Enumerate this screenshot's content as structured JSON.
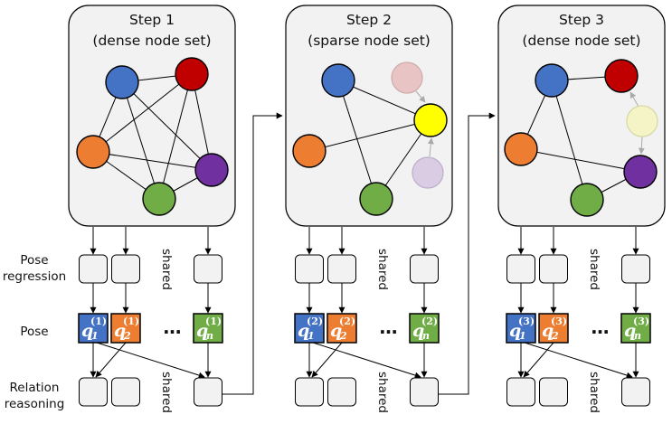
{
  "row_labels": {
    "pose_regression": [
      "Pose",
      "regression"
    ],
    "pose": "Pose",
    "relation_reasoning": [
      "Relation",
      "reasoning"
    ]
  },
  "shared_label": "shared",
  "ellipsis": "…",
  "colors": {
    "blue": "#4472C4",
    "red": "#C00000",
    "orange": "#ED7D31",
    "purple": "#7030A0",
    "green": "#70AD47",
    "yellow": "#FFFF00",
    "faded_red": "#E8C4C4",
    "faded_purple": "#D9CCE3",
    "faded_yellow": "#F4F4C6",
    "panel": "#F2F2F2"
  },
  "steps": [
    {
      "title": "Step 1",
      "subtitle": "(dense node set)",
      "poses": [
        {
          "sub": "1",
          "sup": "(1)",
          "color": "blue"
        },
        {
          "sub": "2",
          "sup": "(1)",
          "color": "orange"
        },
        {
          "sub": "n",
          "sup": "(1)",
          "color": "green"
        }
      ]
    },
    {
      "title": "Step 2",
      "subtitle": "(sparse node set)",
      "poses": [
        {
          "sub": "1",
          "sup": "(2)",
          "color": "blue"
        },
        {
          "sub": "2",
          "sup": "(2)",
          "color": "orange"
        },
        {
          "sub": "n",
          "sup": "(2)",
          "color": "green"
        }
      ]
    },
    {
      "title": "Step 3",
      "subtitle": "(dense node set)",
      "poses": [
        {
          "sub": "1",
          "sup": "(3)",
          "color": "blue"
        },
        {
          "sub": "2",
          "sup": "(3)",
          "color": "orange"
        },
        {
          "sub": "n",
          "sup": "(3)",
          "color": "green"
        }
      ]
    }
  ]
}
